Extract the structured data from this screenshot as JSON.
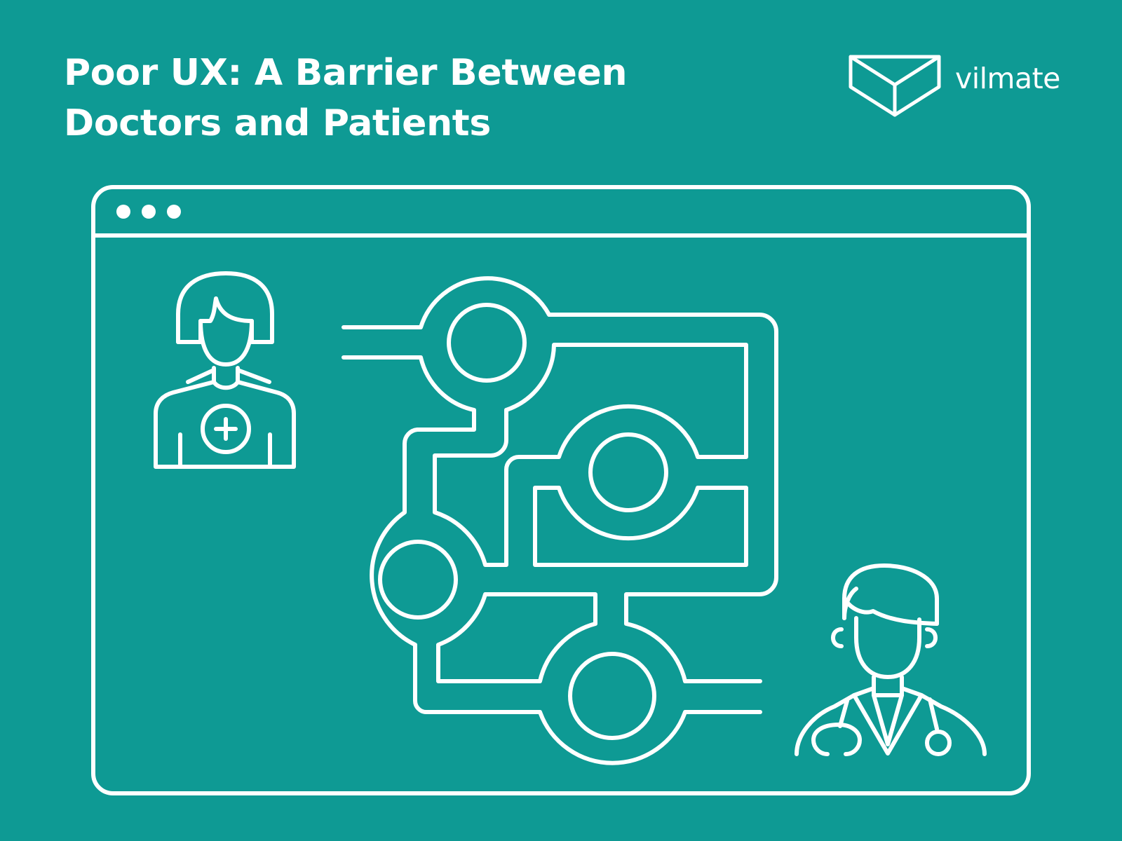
{
  "page": {
    "title_lines": [
      "Poor UX: A Barrier Between",
      "Doctors and Patients"
    ],
    "brand_name": "vilmate"
  },
  "colors": {
    "background": "#0E9A94",
    "foreground": "#FFFFFF"
  },
  "icons": {
    "brand": "envelope-cube-logo-icon",
    "window_controls": "three-dots-icon",
    "patient": "patient-avatar-icon",
    "maze": "maze-icon",
    "doctor": "doctor-avatar-icon"
  }
}
